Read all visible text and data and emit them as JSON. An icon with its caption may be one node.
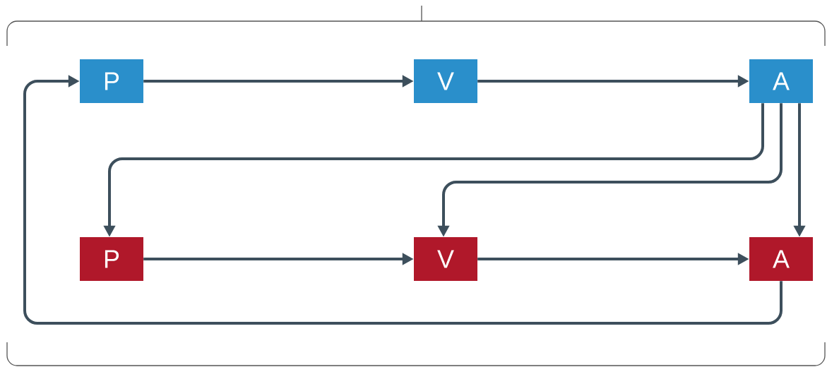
{
  "diagram": {
    "nodes": [
      {
        "text": [
          "P"
        ]
      },
      {
        "text": [
          "V"
        ]
      },
      {
        "text": [
          "A"
        ]
      },
      {
        "text": [
          "P"
        ]
      },
      {
        "text": [
          "V"
        ]
      },
      {
        "text": [
          "A"
        ]
      }
    ],
    "edges": [
      {
        "from": 0,
        "to": 1,
        "arrow": "to"
      },
      {
        "from": 1,
        "to": 2,
        "arrow": "to"
      },
      {
        "from": 2,
        "to": 3,
        "arrow": "to"
      },
      {
        "from": 2,
        "to": 4,
        "arrow": "to"
      },
      {
        "from": 2,
        "to": 5,
        "arrow": "to"
      },
      {
        "from": 3,
        "to": 4,
        "arrow": "to"
      },
      {
        "from": 4,
        "to": 5,
        "arrow": "to"
      },
      {
        "from": 5,
        "to": 0,
        "arrow": "to"
      }
    ]
  }
}
